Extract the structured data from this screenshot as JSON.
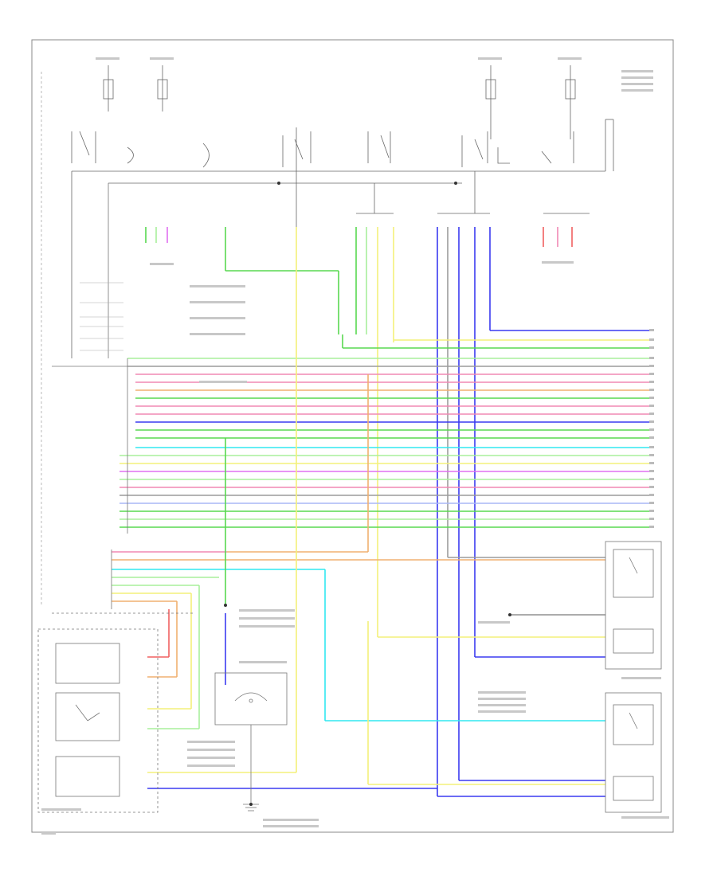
{
  "diagram": {
    "frame_label": "",
    "footer_code": "",
    "components": [
      {
        "id": "driver_door_lock_switch",
        "label": ""
      },
      {
        "id": "passenger_door_lock_switch",
        "label": ""
      },
      {
        "id": "body_control_module",
        "label": ""
      },
      {
        "id": "door_lock_actuator_driver",
        "label": ""
      },
      {
        "id": "door_lock_actuator_passenger",
        "label": ""
      },
      {
        "id": "right_front_door_lock_actuator",
        "label": ""
      },
      {
        "id": "right_rear_door_lock_actuator",
        "label": ""
      },
      {
        "id": "key_switch",
        "label": ""
      },
      {
        "id": "ground",
        "label": ""
      }
    ],
    "wire_colors": {
      "blue": "#3a3af0",
      "yellow": "#f4f07a",
      "green": "#58d850",
      "light_green": "#a8ef9c",
      "pink": "#f088b4",
      "red": "#f06060",
      "orange": "#f0b070",
      "cyan": "#30e8f0",
      "violet": "#e070f0",
      "light_blue": "#a9b7f5",
      "gray": "#9c9c9c",
      "black": "#222222"
    }
  }
}
